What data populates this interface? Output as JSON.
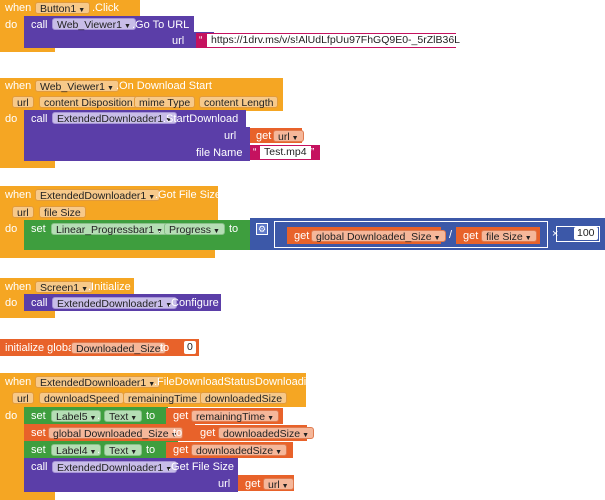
{
  "labels": {
    "when": "when",
    "do": "do",
    "call": "call",
    "set": "set",
    "to": "to",
    "get": "get",
    "url": "url",
    "file_name": "file Name",
    "initialize_global": "initialize global",
    "divide": "/",
    "times": "×"
  },
  "block1": {
    "component": "Button1",
    "event": ".Click",
    "call_component": "Web_Viewer1",
    "method": ".Go To URL",
    "url_value": "https://1drv.ms/v/s!AlUdLfpUu97FhGQ9E0-_5rZlB36L"
  },
  "block2": {
    "component": "Web_Viewer1",
    "event": ".On Download Start",
    "params": [
      "url",
      "content Disposition",
      "mime Type",
      "content Length"
    ],
    "call_component": "ExtendedDownloader1",
    "method": ".StartDownload",
    "url_var": "url",
    "file_name_value": "Test.mp4"
  },
  "block3": {
    "component": "ExtendedDownloader1",
    "event": ".Got File Size",
    "params": [
      "url",
      "file Size"
    ],
    "set_component": "Linear_Progressbar1",
    "property": "Progress",
    "var1": "global Downloaded_Size",
    "var2": "file Size",
    "multiplier": "100"
  },
  "block4": {
    "component": "Screen1",
    "event": ".Initialize",
    "call_component": "ExtendedDownloader1",
    "method": ".Configure"
  },
  "block5": {
    "var_name": "Downloaded_Size",
    "value": "0"
  },
  "block6": {
    "component": "ExtendedDownloader1",
    "event": ".FileDownloadStatusDownloading",
    "params": [
      "url",
      "downloadSpeed",
      "remainingTime",
      "downloadedSize"
    ],
    "row1_component": "Label5",
    "row1_property": "Text",
    "row1_var": "remainingTime",
    "row2_var_name": "global Downloaded_Size",
    "row2_var": "downloadedSize",
    "row3_component": "Label4",
    "row3_property": "Text",
    "row3_var": "downloadedSize",
    "call_component": "ExtendedDownloader1",
    "method": ".Get File Size",
    "url_var": "url"
  }
}
